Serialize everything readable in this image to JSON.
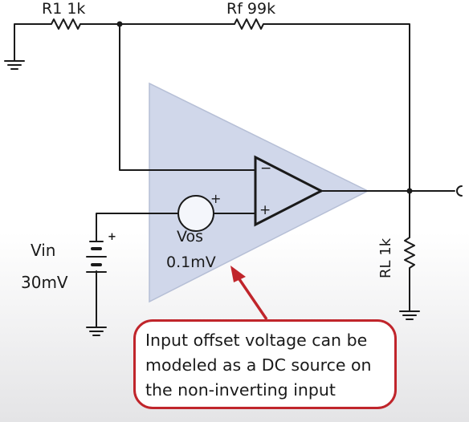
{
  "colors": {
    "wire": "#1a1a1a",
    "triangle_fill": "#d0d7ea",
    "triangle_edge": "#b6bfd6",
    "callout_border": "#c0252b",
    "arrow": "#c0252b"
  },
  "components": {
    "r1": {
      "label": "R1 1k"
    },
    "rf": {
      "label": "Rf 99k"
    },
    "rl": {
      "label": "RL 1k"
    },
    "vin": {
      "name": "Vin",
      "value": "30mV",
      "plus": "+"
    },
    "vos": {
      "name": "Vos",
      "value": "0.1mV",
      "plus": "+"
    },
    "opamp": {
      "minus": "−",
      "plus": "+"
    }
  },
  "callout": {
    "lines": [
      "Input offset voltage can be",
      "modeled as a DC source on",
      "the non-inverting input"
    ]
  }
}
